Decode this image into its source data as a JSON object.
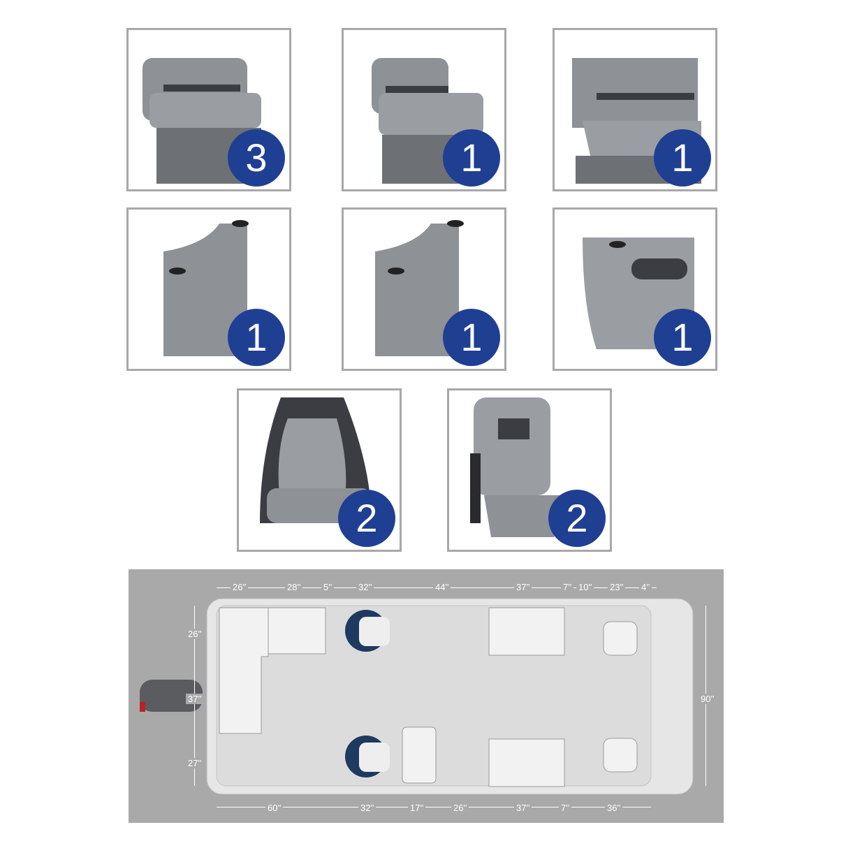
{
  "colors": {
    "badge": "#1f3f93",
    "seat_gray": "#8e9196",
    "seat_dark": "#3b3d42",
    "plan_bg": "#a9a9a9",
    "deck": "#dcdcdc"
  },
  "products": [
    {
      "name": "bench-seat",
      "icon": "bench-seat-icon",
      "quantity": "3"
    },
    {
      "name": "short-bench-seat",
      "icon": "short-bench-seat-icon",
      "quantity": "1"
    },
    {
      "name": "corner-seat",
      "icon": "corner-seat-icon",
      "quantity": "1"
    },
    {
      "name": "armrest-left",
      "icon": "armrest-cupholder-icon",
      "quantity": "1"
    },
    {
      "name": "armrest-right",
      "icon": "armrest-cupholder-icon",
      "quantity": "1"
    },
    {
      "name": "side-panel",
      "icon": "side-panel-cupholder-icon",
      "quantity": "1"
    },
    {
      "name": "captain-chair",
      "icon": "captain-chair-icon",
      "quantity": "2"
    },
    {
      "name": "fold-down-seat",
      "icon": "fold-down-seat-icon",
      "quantity": "2"
    }
  ],
  "layout": {
    "top_dims": [
      "26''",
      "28''",
      "5''",
      "32''",
      "44''",
      "37''",
      "7''",
      "10''",
      "23''",
      "4''"
    ],
    "bottom_dims": [
      "60''",
      "32''",
      "17''",
      "26''",
      "37''",
      "7''",
      "36''"
    ],
    "left_dims": [
      "26''",
      "37''",
      "27''"
    ],
    "right_dim": "90''"
  }
}
